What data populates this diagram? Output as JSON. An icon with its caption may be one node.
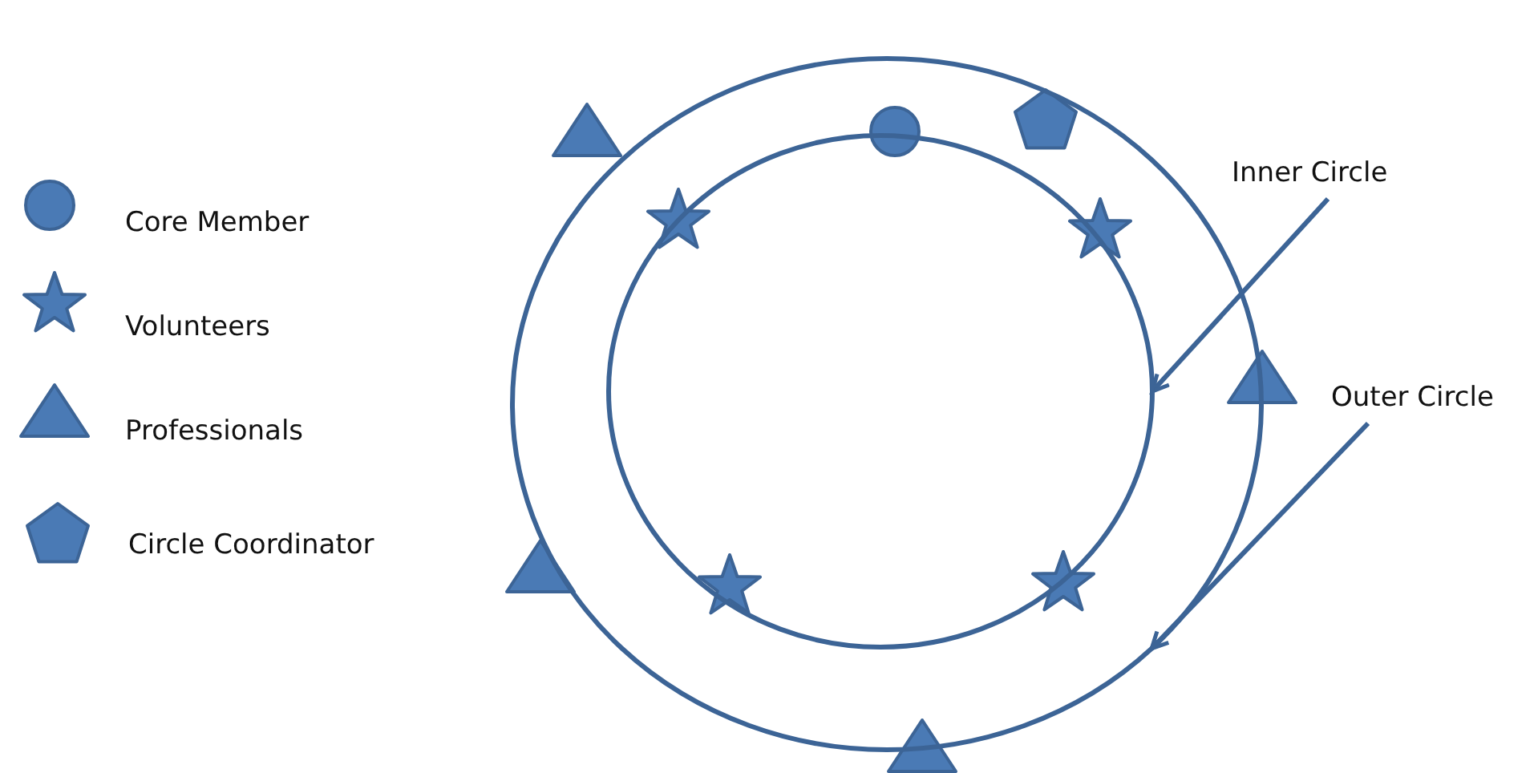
{
  "diagram": {
    "nodes": [
      {
        "text": [],
        "shape": "circle"
      },
      {
        "text": [],
        "shape": "circle",
        "in": 0
      },
      {
        "text": [
          "Inner Circle"
        ]
      },
      {
        "text": [
          "Outer Circle"
        ]
      }
    ],
    "edges": [
      {
        "from": 2,
        "to": 1,
        "arrow": "to"
      },
      {
        "from": 3,
        "to": 0,
        "arrow": "to"
      }
    ],
    "legend": [
      {
        "text": "Core Member"
      },
      {
        "text": "Volunteers"
      },
      {
        "text": "Professionals"
      },
      {
        "text": "Circle Coordinator"
      }
    ]
  }
}
